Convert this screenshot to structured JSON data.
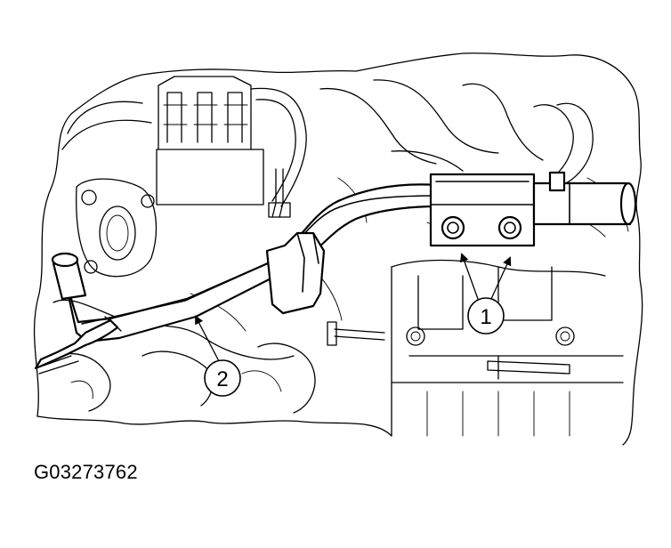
{
  "figure_id": "G03273762",
  "callouts": [
    {
      "label": "1"
    },
    {
      "label": "2"
    }
  ]
}
